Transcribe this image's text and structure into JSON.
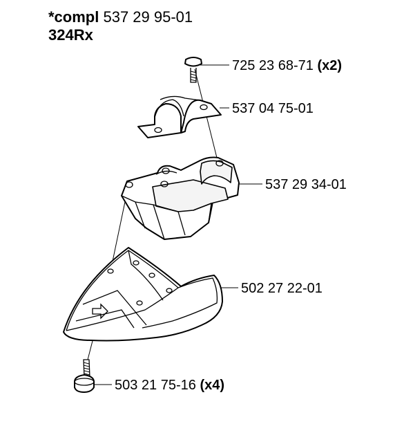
{
  "header": {
    "compl_prefix": "*compl",
    "compl_number": " 537 29 95-01",
    "model": "324Rx"
  },
  "parts": [
    {
      "number": "725 23 68-71",
      "qty": "(x2)",
      "icon": "screw-icon"
    },
    {
      "number": "537 04 75-01",
      "qty": "",
      "icon": "clamp-icon"
    },
    {
      "number": "537 29 34-01",
      "qty": "",
      "icon": "bracket-icon"
    },
    {
      "number": "502 27 22-01",
      "qty": "",
      "icon": "guard-icon"
    },
    {
      "number": "503 21 75-16",
      "qty": "(x4)",
      "icon": "screw-icon"
    }
  ]
}
